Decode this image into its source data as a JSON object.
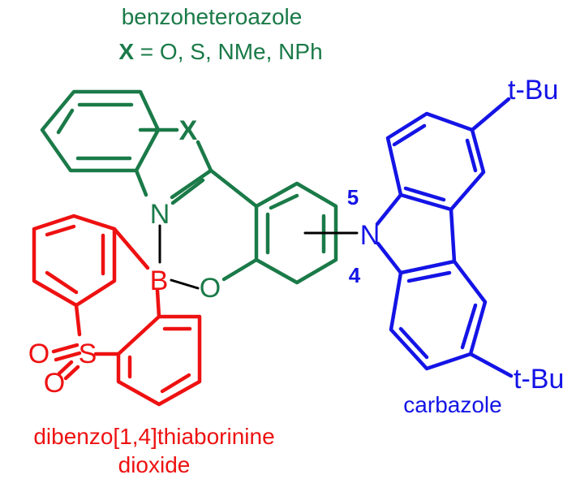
{
  "colors": {
    "benzoheteroazole": "#1a7a48",
    "thiaborinine": "#ee1111",
    "carbazole": "#1414e6",
    "linker": "#000000"
  },
  "labels": {
    "benzoheteroazole_title": "benzoheteroazole",
    "x_symbol": "X",
    "x_definition": " = O, S, NMe, NPh",
    "x_atom": "X",
    "n_atom_azole": "N",
    "o_atom": "O",
    "b_atom": "B",
    "s_atom": "S",
    "o_sulfone_1": "O",
    "o_sulfone_2": "O",
    "n_atom_carbazole": "N",
    "tbu_top": "t-Bu",
    "tbu_bottom": "t-Bu",
    "position_5": "5",
    "position_4": "4",
    "carbazole_title": "carbazole",
    "thiaborinine_title_line1": "dibenzo[1,4]thiaborinine",
    "thiaborinine_title_line2": "dioxide"
  }
}
